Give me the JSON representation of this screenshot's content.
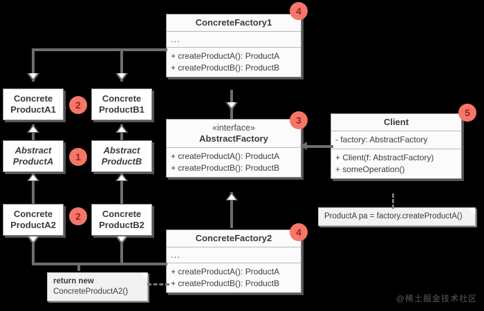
{
  "diagram": {
    "title": "Abstract Factory UML class diagram",
    "background_color": "#000000",
    "accent_badge_color": "#f4776a",
    "badge_text_color": "#9e1f1f",
    "line_color": "#6e6e6e"
  },
  "classes": {
    "concrete_factory1": {
      "name": "ConcreteFactory1",
      "attributes": "...",
      "operations": [
        "+ createProductA(): ProductA",
        "+ createProductB(): ProductB"
      ]
    },
    "abstract_factory": {
      "stereotype": "«interface»",
      "name": "AbstractFactory",
      "operations": [
        "+ createProductA(): ProductA",
        "+ createProductB(): ProductB"
      ]
    },
    "concrete_factory2": {
      "name": "ConcreteFactory2",
      "attributes": "...",
      "operations": [
        "+ createProductA(): ProductA",
        "+ createProductB(): ProductB"
      ]
    },
    "client": {
      "name": "Client",
      "attributes": [
        "- factory: AbstractFactory"
      ],
      "operations": [
        "+ Client(f: AbstractFactory)",
        "+ someOperation()"
      ]
    }
  },
  "products": [
    {
      "id": "concrete-product-a1",
      "line1": "Concrete",
      "line2": "ProductA1",
      "abstract": false
    },
    {
      "id": "concrete-product-b1",
      "line1": "Concrete",
      "line2": "ProductB1",
      "abstract": false
    },
    {
      "id": "abstract-product-a",
      "line1": "Abstract",
      "line2": "ProductA",
      "abstract": true
    },
    {
      "id": "abstract-product-b",
      "line1": "Abstract",
      "line2": "ProductB",
      "abstract": true
    },
    {
      "id": "concrete-product-a2",
      "line1": "Concrete",
      "line2": "ProductA2",
      "abstract": false
    },
    {
      "id": "concrete-product-b2",
      "line1": "Concrete",
      "line2": "ProductB2",
      "abstract": false
    }
  ],
  "notes": {
    "return_new": {
      "bold": "return new",
      "rest": "ConcreteProductA2()"
    },
    "client_code": {
      "text": "ProductA pa = factory.createProductA()"
    }
  },
  "badges": [
    {
      "id": "badge-1",
      "label": "1"
    },
    {
      "id": "badge-2-top",
      "label": "2"
    },
    {
      "id": "badge-2-bottom",
      "label": "2"
    },
    {
      "id": "badge-3",
      "label": "3"
    },
    {
      "id": "badge-4-top",
      "label": "4"
    },
    {
      "id": "badge-4-bottom",
      "label": "4"
    },
    {
      "id": "badge-5",
      "label": "5"
    }
  ],
  "watermark": {
    "text": "@稀土掘金技术社区"
  }
}
